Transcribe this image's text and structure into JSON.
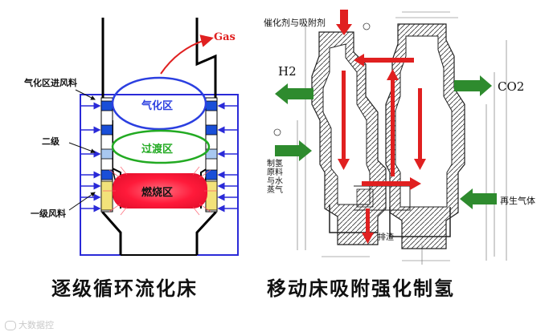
{
  "left": {
    "gas": "Gas",
    "inlet_gasify": "气化区进风料",
    "inlet_second": "二级",
    "inlet_first": "一级风料",
    "zone_gasify": "气化区",
    "zone_transition": "过渡区",
    "zone_combustion": "燃烧区",
    "caption": "逐级循环流化床"
  },
  "right": {
    "catalyst": "催化剂与吸附剂",
    "h2": "H2",
    "co2": "CO2",
    "feed": "制氢原料与水蒸气",
    "regen_gas": "再生气体",
    "discharge": "排渣",
    "caption": "移动床吸附强化制氢"
  },
  "watermark": "大数据控",
  "colors": {
    "frame_blue": "#2a2ad8",
    "arrow_red": "#e02020",
    "arrow_green": "#2e8b2e",
    "gasify_blue": "#2b3fe0",
    "transition_green": "#22aa22",
    "combustion_red": "#ff1a3a",
    "inlet_yellow": "#f2e27a"
  }
}
